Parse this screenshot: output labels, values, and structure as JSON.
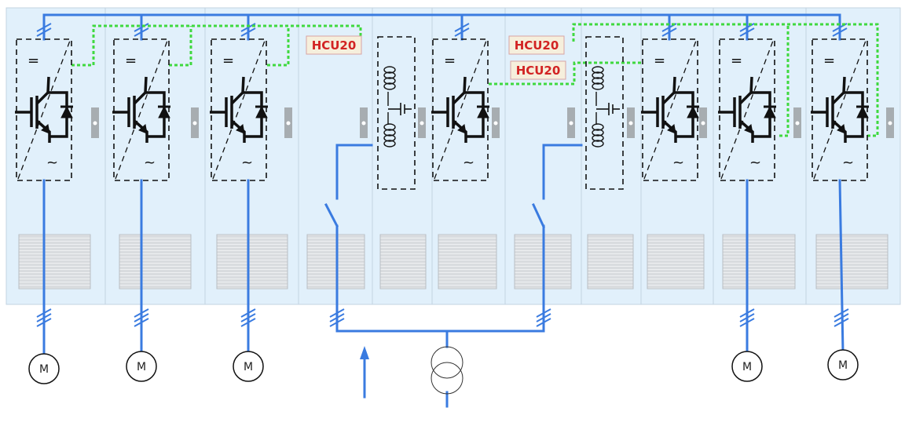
{
  "title": "Multi-drive cabinet line-up with regenerative supply (single-line diagram)",
  "colors": {
    "cabinet_fill": "#e1f0fb",
    "cabinet_border": "#c3d3e0",
    "power_line": "#3a7be0",
    "control_link": "#3fd93f",
    "symbol_stroke": "#111111",
    "hcu_label_bg": "#f6efdc",
    "hcu_label_border": "#d8a3a3",
    "hcu_label_text": "#d22323",
    "vent_grille": "#d9dcdf",
    "door_handle": "#a7adb1"
  },
  "cabinets": [
    {
      "id": "c1",
      "type": "inverter",
      "content": "inverter-module"
    },
    {
      "id": "c2",
      "type": "inverter",
      "content": "inverter-module"
    },
    {
      "id": "c3",
      "type": "inverter",
      "content": "inverter-module"
    },
    {
      "id": "c4",
      "type": "supply-switch",
      "content": "hcu-label"
    },
    {
      "id": "c5",
      "type": "filter",
      "content": "lcl-filter"
    },
    {
      "id": "c6",
      "type": "active-front-end",
      "content": "inverter-module"
    },
    {
      "id": "c7",
      "type": "supply-switch",
      "content": "hcu-label"
    },
    {
      "id": "c8",
      "type": "filter",
      "content": "lcl-filter"
    },
    {
      "id": "c9",
      "type": "inverter",
      "content": "inverter-module"
    },
    {
      "id": "c10",
      "type": "inverter",
      "content": "inverter-module"
    },
    {
      "id": "c11",
      "type": "inverter",
      "content": "inverter-module"
    }
  ],
  "hcu_labels": [
    "HCU20",
    "HCU20",
    "HCU20"
  ],
  "module_symbols": {
    "dc_side": "=",
    "ac_side": "~"
  },
  "motors": [
    {
      "label": "M"
    },
    {
      "label": "M"
    },
    {
      "label": "M"
    },
    {
      "label": "M"
    },
    {
      "label": "M"
    }
  ],
  "supply": {
    "transformer": "two-winding transformer",
    "feed_direction": "up-arrow"
  },
  "legend_icons": [
    "igbt-icon",
    "diode-icon",
    "inductor-icon",
    "capacitor-icon",
    "switch-icon",
    "transformer-icon",
    "motor-icon",
    "three-phase-marker-icon"
  ]
}
